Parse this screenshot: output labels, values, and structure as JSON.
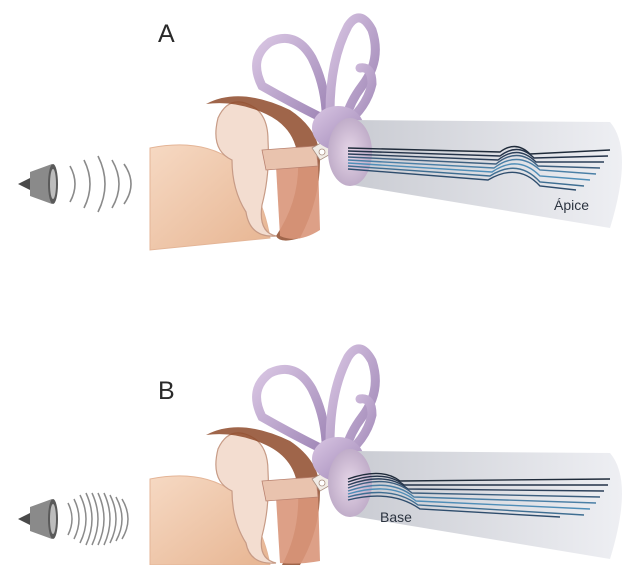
{
  "panels": [
    {
      "label": "A",
      "region": "Ápice"
    },
    {
      "label": "B",
      "region": "Base"
    }
  ]
}
